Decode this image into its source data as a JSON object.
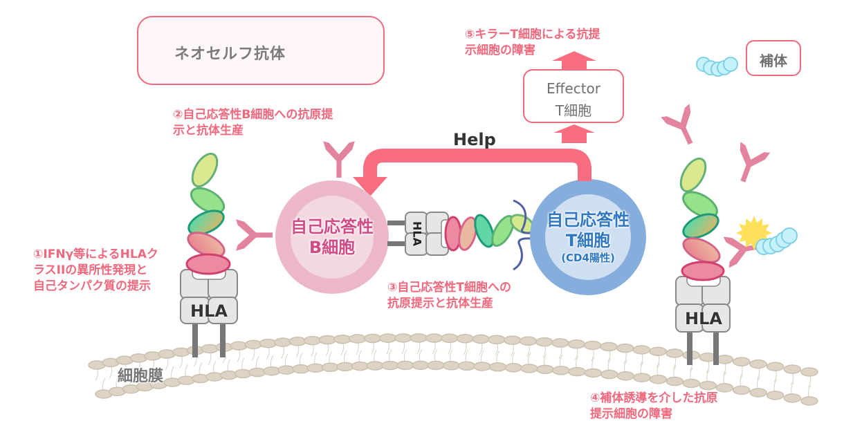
{
  "diagram": {
    "legend": {
      "neoself_antibody": "ネオセルフ抗体",
      "complement": "補体"
    },
    "effector_box": {
      "line1": "Effector",
      "line2": "T細胞"
    },
    "help_label": "Help",
    "b_cell": {
      "line1": "自己応答性",
      "line2": "B細胞"
    },
    "t_cell": {
      "line1": "自己応答性",
      "line2": "T細胞",
      "line3": "(CD4陽性)"
    },
    "hla_label": "HLA",
    "membrane_label": "細胞膜",
    "steps": [
      {
        "line1": "①IFNγ等によるHLAク",
        "line2": "ラスIIの異所性発現と",
        "line3": "自己タンパク質の提示"
      },
      {
        "line1": "②自己応答性B細胞への抗原提",
        "line2": "示と抗体生産"
      },
      {
        "line1": "③自己応答性T細胞への",
        "line2": "抗原提示と抗体生産"
      },
      {
        "line1": "④補体誘導を介した抗原",
        "line2": "提示細胞の障害"
      },
      {
        "line1": "⑤キラーT細胞による抗提",
        "line2": "示細胞の障害"
      }
    ],
    "colors": {
      "accent_red": "#f0687c",
      "antibody_pink": "#e3849f",
      "b_cell_outer": "#ecb8c8",
      "b_cell_inner": "#f4d8e0",
      "t_cell_outer": "#86aedc",
      "t_cell_inner": "#cfdff2",
      "complement_blue": "#c6f2fb",
      "membrane_beige": "#ddd4c6"
    }
  }
}
